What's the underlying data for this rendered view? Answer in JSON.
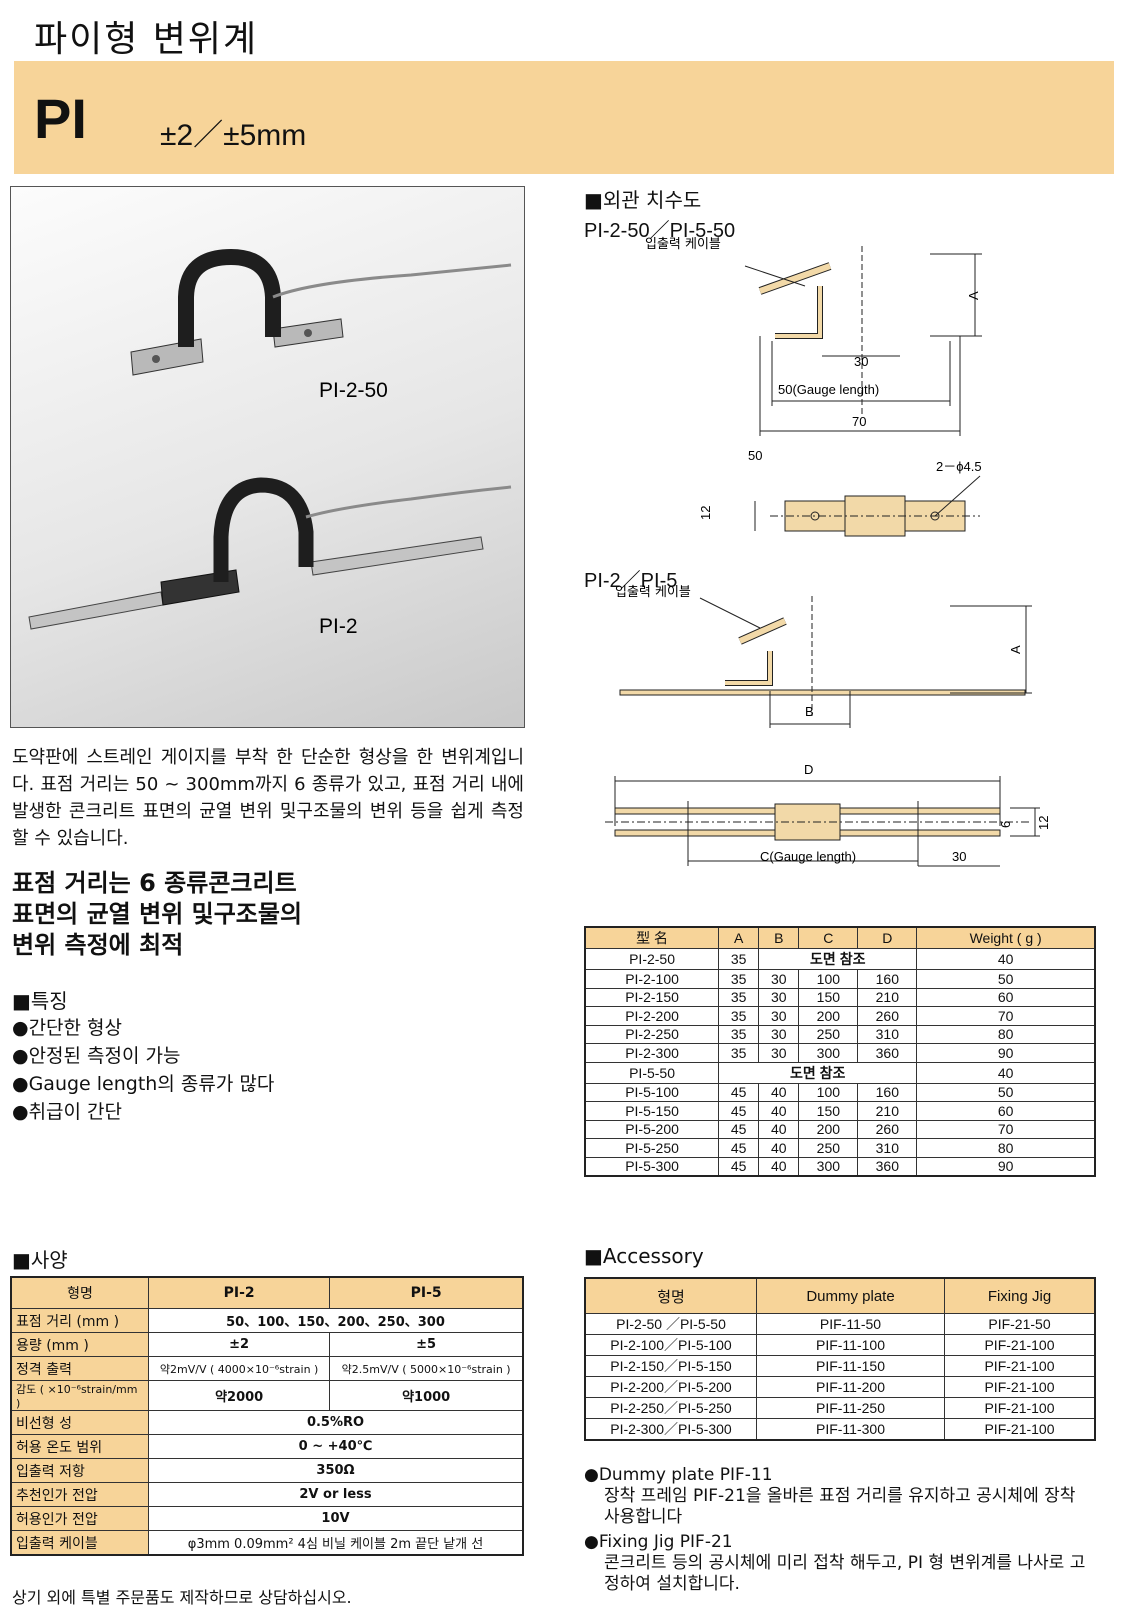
{
  "title": "파이형 변위계",
  "banner": {
    "model": "PI",
    "range": "±2／±5mm"
  },
  "photo": {
    "label_top": "PI-2-50",
    "label_bottom": "PI-2"
  },
  "description": "도약판에 스트레인 게이지를 부착 한 단순한 형상을 한 변위계입니다. 표점 거리는 50 ~ 300mm까지 6 종류가 있고, 표점 거리 내에 발생한 콘크리트 표면의 균열 변위 및구조물의 변위 등을 쉽게 측정 할 수 있습니다.",
  "headline": [
    "표점 거리는 6 종류콘크리트",
    "표면의 균열 변위 및구조물의",
    "변위 측정에 최적"
  ],
  "features": {
    "heading": "■특징",
    "items": [
      "●간단한 형상",
      "●안정된 측정이 가능",
      "●Gauge length의 종류가 많다",
      "●취급이 간단"
    ]
  },
  "drawing": {
    "heading": "■외관 치수도",
    "sub1": "PI-2-50／PI-5-50",
    "sub2": "PI-2／PI-5",
    "cable_label": "입출력 케이블",
    "dim_a": "A",
    "dim_b": "B",
    "dim_d": "D",
    "dim_30": "30",
    "dim_50gl": "50(Gauge length)",
    "dim_70": "70",
    "dim_50": "50",
    "dim_hole": "2－ϕ4.5",
    "dim_12": "12",
    "dim_6": "6",
    "dim_cgl": "C(Gauge length)"
  },
  "dims_table": {
    "headers": [
      "型 名",
      "A",
      "B",
      "C",
      "D",
      "Weight ( g )"
    ],
    "ref_text": "도면 참조",
    "rows": [
      [
        "PI-2-50",
        "35",
        "",
        "",
        "",
        "40"
      ],
      [
        "PI-2-100",
        "35",
        "30",
        "100",
        "160",
        "50"
      ],
      [
        "PI-2-150",
        "35",
        "30",
        "150",
        "210",
        "60"
      ],
      [
        "PI-2-200",
        "35",
        "30",
        "200",
        "260",
        "70"
      ],
      [
        "PI-2-250",
        "35",
        "30",
        "250",
        "310",
        "80"
      ],
      [
        "PI-2-300",
        "35",
        "30",
        "300",
        "360",
        "90"
      ],
      [
        "PI-5-50",
        "",
        "",
        "",
        "",
        "40"
      ],
      [
        "PI-5-100",
        "45",
        "40",
        "100",
        "160",
        "50"
      ],
      [
        "PI-5-150",
        "45",
        "40",
        "150",
        "210",
        "60"
      ],
      [
        "PI-5-200",
        "45",
        "40",
        "200",
        "260",
        "70"
      ],
      [
        "PI-5-250",
        "45",
        "40",
        "250",
        "310",
        "80"
      ],
      [
        "PI-5-300",
        "45",
        "40",
        "300",
        "360",
        "90"
      ]
    ]
  },
  "spec": {
    "heading": "■사양",
    "headers": [
      "형명",
      "PI-2",
      "PI-5"
    ],
    "gauge_len": {
      "k": "표점 거리 (mm )",
      "v": "50、100、150、200、250、300"
    },
    "capacity": {
      "k": "용량 (mm )",
      "v1": "±2",
      "v2": "±5"
    },
    "output": {
      "k": "정격 출력",
      "v1": "약2mV/V ( 4000×10⁻⁶strain )",
      "v2": "약2.5mV/V ( 5000×10⁻⁶strain )"
    },
    "sens": {
      "k": "감도 ( ×10⁻⁶strain/mm )",
      "v1": "약2000",
      "v2": "약1000"
    },
    "nonlin": {
      "k": "비선형 성",
      "v": "0.5%RO"
    },
    "temp": {
      "k": "허용 온도 범위",
      "v": "0 ~ +40℃"
    },
    "res": {
      "k": "입출력 저항",
      "v": "350Ω"
    },
    "rec_v": {
      "k": "추천인가 전압",
      "v": "2V or less"
    },
    "max_v": {
      "k": "허용인가 전압",
      "v": "10V"
    },
    "cable": {
      "k": "입출력 케이블",
      "v": "φ3mm  0.09mm²  4심  비닐 케이블 2m 끝단 낱개 선"
    }
  },
  "footnote": "상기 외에 특별 주문품도 제작하므로 상담하십시오.",
  "accessory": {
    "heading": "■Accessory",
    "headers": [
      "형명",
      "Dummy plate",
      "Fixing Jig"
    ],
    "rows": [
      [
        "PI-2-50 ／PI-5-50",
        "PIF-11-50",
        "PIF-21-50"
      ],
      [
        "PI-2-100／PI-5-100",
        "PIF-11-100",
        "PIF-21-100"
      ],
      [
        "PI-2-150／PI-5-150",
        "PIF-11-150",
        "PIF-21-100"
      ],
      [
        "PI-2-200／PI-5-200",
        "PIF-11-200",
        "PIF-21-100"
      ],
      [
        "PI-2-250／PI-5-250",
        "PIF-11-250",
        "PIF-21-100"
      ],
      [
        "PI-2-300／PI-5-300",
        "PIF-11-300",
        "PIF-21-100"
      ]
    ],
    "note1_title": "●Dummy plate PIF-11",
    "note1_body": "장착 프레임 PIF-21을 올바른 표점 거리를 유지하고 공시체에 장착 사용합니다",
    "note2_title": "●Fixing Jig PIF-21",
    "note2_body": "콘크리트 등의 공시체에 미리 접착 해두고, PI 형 변위계를 나사로 고정하여 설치합니다."
  },
  "colors": {
    "accent": "#f7d499",
    "drawing_fill": "#f2d9a8"
  }
}
